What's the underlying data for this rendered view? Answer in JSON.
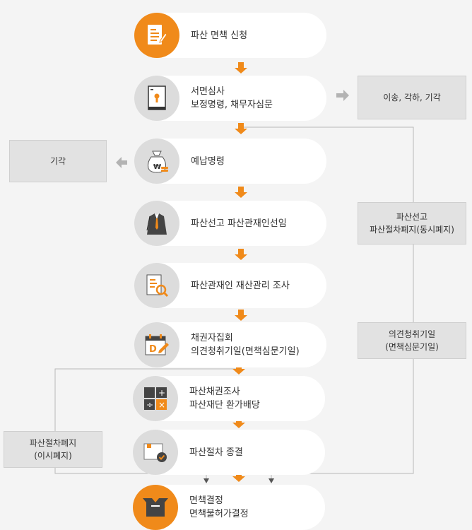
{
  "steps": [
    {
      "icon": "document-pen-icon",
      "lines": [
        "파산 면책 신청"
      ]
    },
    {
      "icon": "stamp-document-icon",
      "lines": [
        "서면심사",
        "보정명령, 채무자심문"
      ]
    },
    {
      "icon": "money-bag-icon",
      "lines": [
        "예납명령"
      ]
    },
    {
      "icon": "suit-person-icon",
      "lines": [
        "파산선고 파산관재인선임"
      ]
    },
    {
      "icon": "document-search-icon",
      "lines": [
        "파산관재인 재산관리 조사"
      ]
    },
    {
      "icon": "calendar-d-icon",
      "lines": [
        "채권자집회",
        "의견청취기일(면책심문기일)"
      ]
    },
    {
      "icon": "calculator-icon",
      "lines": [
        "파산채권조사",
        "파산재단 환가배당"
      ]
    },
    {
      "icon": "box-check-icon",
      "lines": [
        "파산절차 종결"
      ]
    },
    {
      "icon": "open-box-icon",
      "lines": [
        "면책결정",
        "면책불허가결정"
      ]
    }
  ],
  "side_boxes": {
    "dismissal_right": [
      "이송, 각하, 기각"
    ],
    "dismissal_left": [
      "기각"
    ],
    "simultaneous_abolition": [
      "파산선고",
      "파산절차폐지(동시폐지)"
    ],
    "opinion_hearing": [
      "의견청취기일",
      "(면책심문기일)"
    ],
    "different_time_abolition": [
      "파산절차폐지",
      "(이시폐지)"
    ]
  },
  "colors": {
    "accent": "#f08a1a",
    "circle": "#dcdcdc",
    "connector": "#b8b8b8",
    "grey_arrow": "#b3b3b3",
    "background": "#f4f4f4"
  }
}
